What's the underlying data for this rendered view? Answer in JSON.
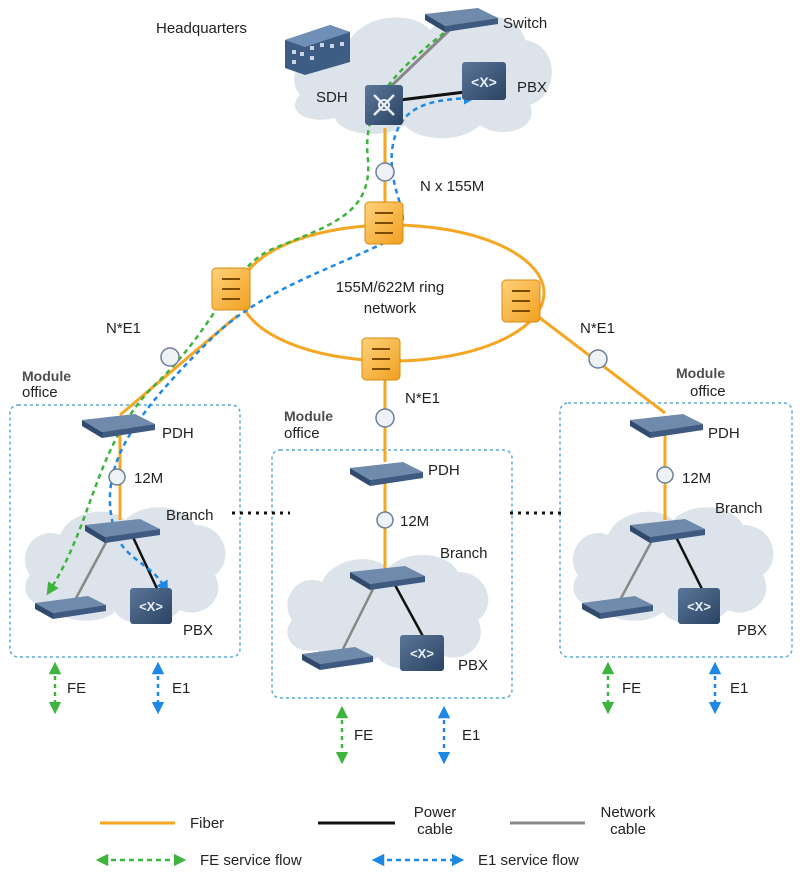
{
  "hq": {
    "title": "Headquarters",
    "switch_label": "Switch",
    "sdh_label": "SDH",
    "pbx_label": "PBX",
    "trunk_label": "N x 155M"
  },
  "ring": {
    "label_line1": "155M/622M ring",
    "label_line2": "network",
    "left_link": "N*E1",
    "right_link": "N*E1",
    "center_link": "N*E1"
  },
  "offices": [
    {
      "title_line1": "Module",
      "title_line2": "office",
      "pdh_label": "PDH",
      "link_label": "12M",
      "branch_label": "Branch",
      "pbx_label": "PBX",
      "fe_label": "FE",
      "e1_label": "E1"
    },
    {
      "title_line1": "Module",
      "title_line2": "office",
      "pdh_label": "PDH",
      "link_label": "12M",
      "branch_label": "Branch",
      "pbx_label": "PBX",
      "fe_label": "FE",
      "e1_label": "E1"
    },
    {
      "title_line1": "Module",
      "title_line2": "office",
      "pdh_label": "PDH",
      "link_label": "12M",
      "branch_label": "Branch",
      "pbx_label": "PBX",
      "fe_label": "FE",
      "e1_label": "E1"
    }
  ],
  "legend": {
    "fiber": "Fiber",
    "power_cable": "Power cable",
    "network_cable": "Network cable",
    "fe_flow": "FE service flow",
    "e1_flow": "E1 service flow"
  },
  "colors": {
    "fiber": "#f5a623",
    "power": "#111111",
    "network": "#888888",
    "fe_flow": "#3db43d",
    "e1_flow": "#1e88e5",
    "box_border": "#5aa9d6",
    "cloud": "#e3e8ee"
  }
}
